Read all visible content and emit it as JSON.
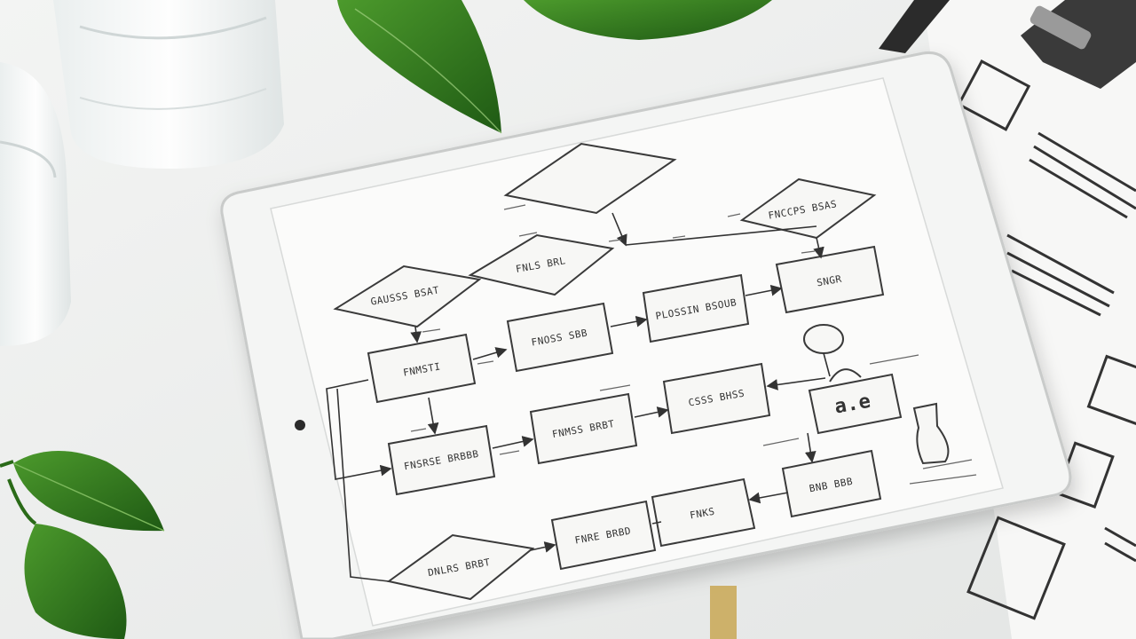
{
  "scene": {
    "subject": "tablet-with-flowchart",
    "colors": {
      "table": "#eef0ef",
      "tablet_frame": "#f4f5f4",
      "screen": "#fbfbfa",
      "ink": "#3a3a3a",
      "leaf": "#2f7a1f",
      "leaf_dark": "#1f5a14"
    }
  },
  "flowchart": {
    "labels": {
      "d_top_right": "FNCCPS BSAS",
      "d_mid": "FNLS BRL",
      "d_left": "GAUSSS BSAT",
      "b_top_right": "SNGR",
      "b_proc": "PLOSSIN BSOUB",
      "b_left": "FNMSTI",
      "b_mid": "FNOSS SBB",
      "b_center": "CSSS BHSS",
      "b_fn_mid": "FNMSS BRBT",
      "b_lower_left": "FNSRSE BRBBB",
      "b_right_low": "BNB BBB",
      "b_bottom_mid": "FNKS",
      "b_bottom_left": "FNRE BRBD",
      "d_bottom": "DNLRS BRBT",
      "device_display": "a.e"
    }
  }
}
